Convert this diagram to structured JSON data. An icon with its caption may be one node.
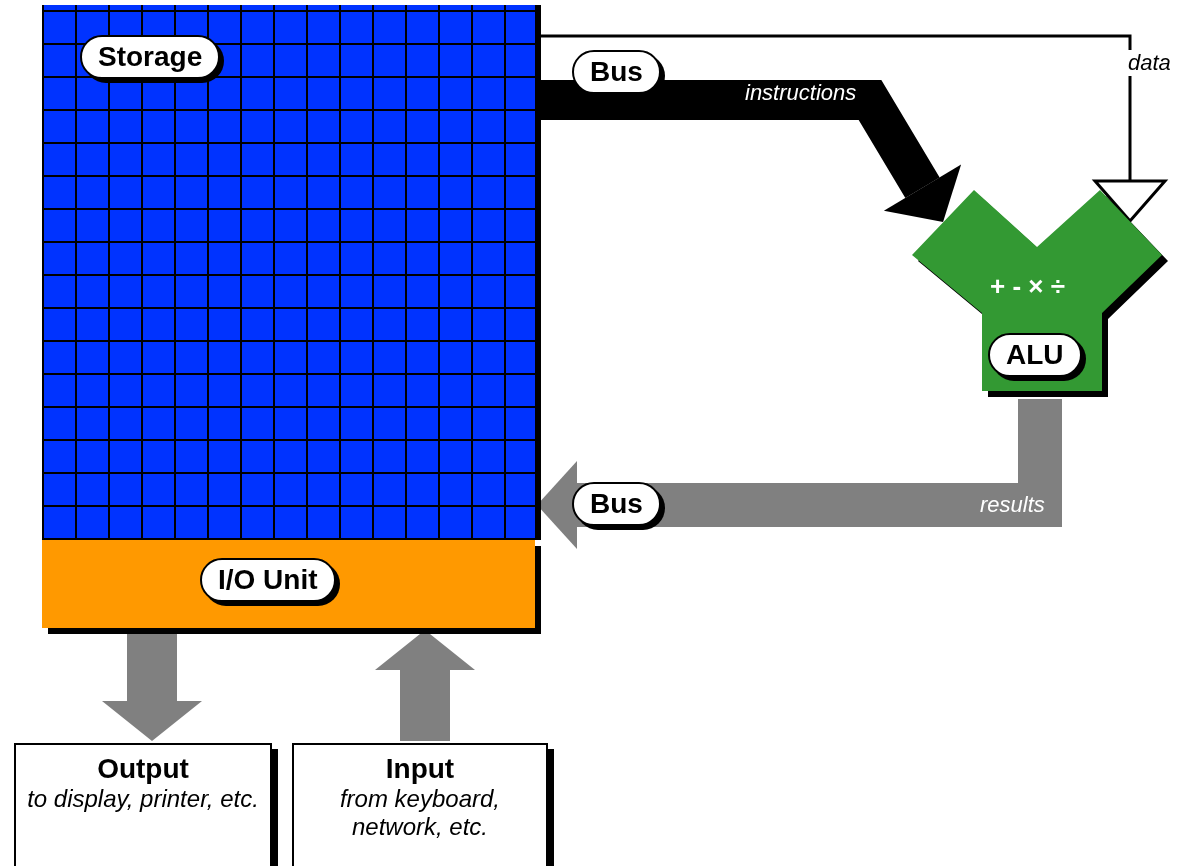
{
  "diagram": {
    "nodes": [
      {
        "text": [
          "Storage"
        ]
      },
      {
        "text": [
          "I/O Unit"
        ]
      },
      {
        "text": [
          "+ - × ÷",
          "ALU"
        ]
      },
      {
        "text": [
          "Output",
          "to display, printer, etc."
        ]
      },
      {
        "text": [
          "Input",
          "from keyboard, network, etc."
        ]
      }
    ],
    "edges": [
      {
        "from": 0,
        "to": 2,
        "arrow": "to",
        "label": "instructions",
        "color": "#000000"
      },
      {
        "from": 0,
        "to": 2,
        "arrow": "to",
        "label": "data",
        "color": "#000000"
      },
      {
        "from": 2,
        "to": 0,
        "arrow": "to",
        "label": "results"
      },
      {
        "from": 1,
        "to": 3,
        "arrow": "to"
      },
      {
        "from": 4,
        "to": 1,
        "arrow": "to"
      }
    ],
    "labels": [
      "Bus",
      "Bus"
    ]
  }
}
